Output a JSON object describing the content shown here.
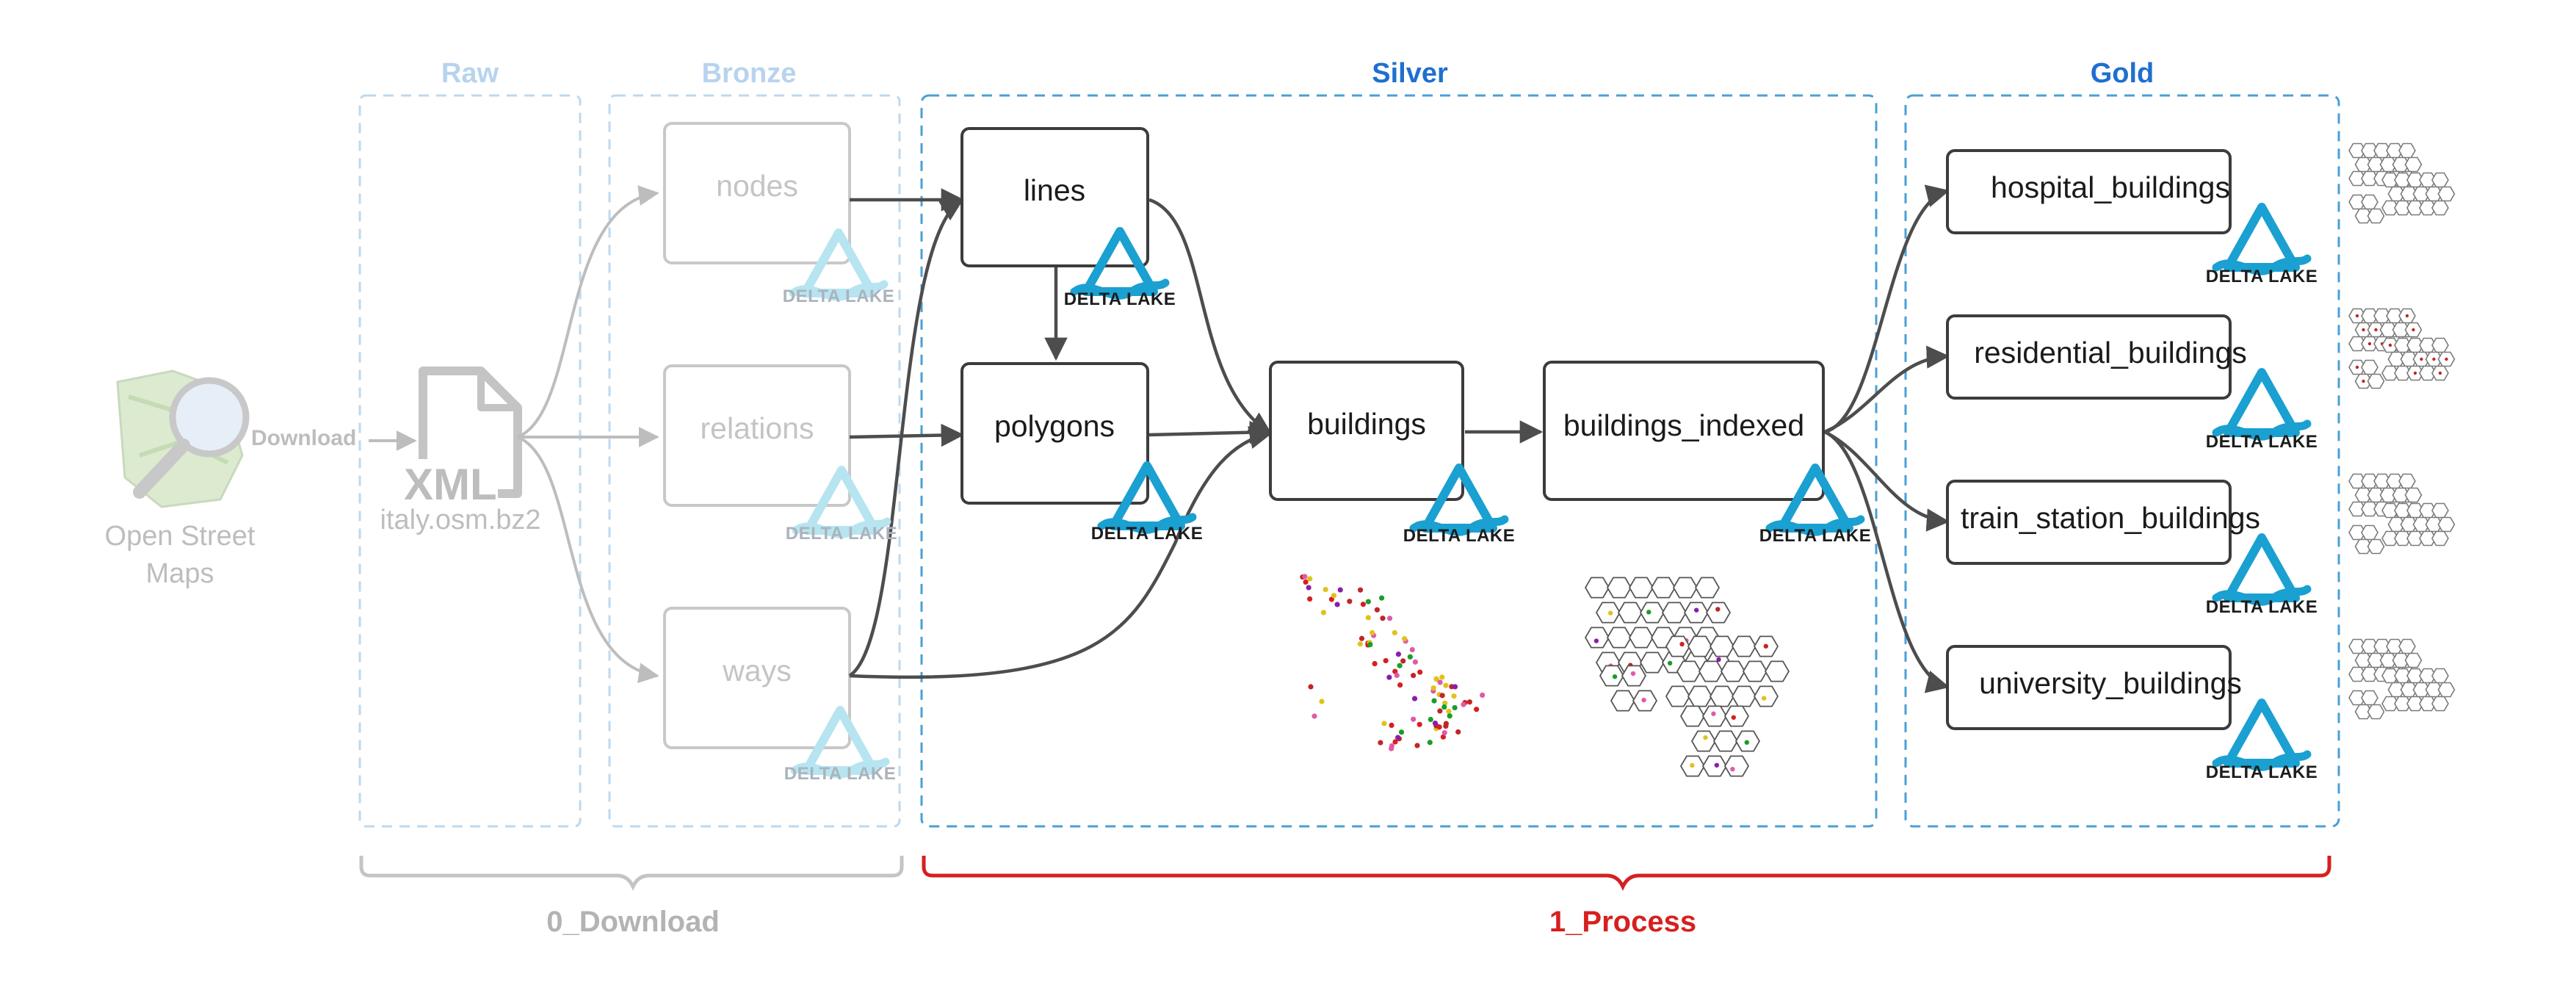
{
  "zones": {
    "raw": "Raw",
    "bronze": "Bronze",
    "silver": "Silver",
    "gold": "Gold"
  },
  "source": {
    "name_line1": "Open Street",
    "name_line2": "Maps",
    "download_label": "Download",
    "file_type": "XML",
    "file_name": "italy.osm.bz2"
  },
  "tables": {
    "nodes": "nodes",
    "relations": "relations",
    "ways": "ways",
    "lines": "lines",
    "polygons": "polygons",
    "buildings": "buildings",
    "buildings_indexed": "buildings_indexed",
    "hospital_buildings": "hospital_buildings",
    "residential_buildings": "residential_buildings",
    "train_station_buildings": "train_station_buildings",
    "university_buildings": "university_buildings"
  },
  "delta_lake_label": "DELTA LAKE",
  "stages": {
    "download": "0_Download",
    "process": "1_Process"
  },
  "colors": {
    "accent_blue": "#1f6fcf",
    "delta_blue": "#1aa0d1",
    "process_red": "#d62020",
    "faded_gray": "#c4c4c4"
  }
}
